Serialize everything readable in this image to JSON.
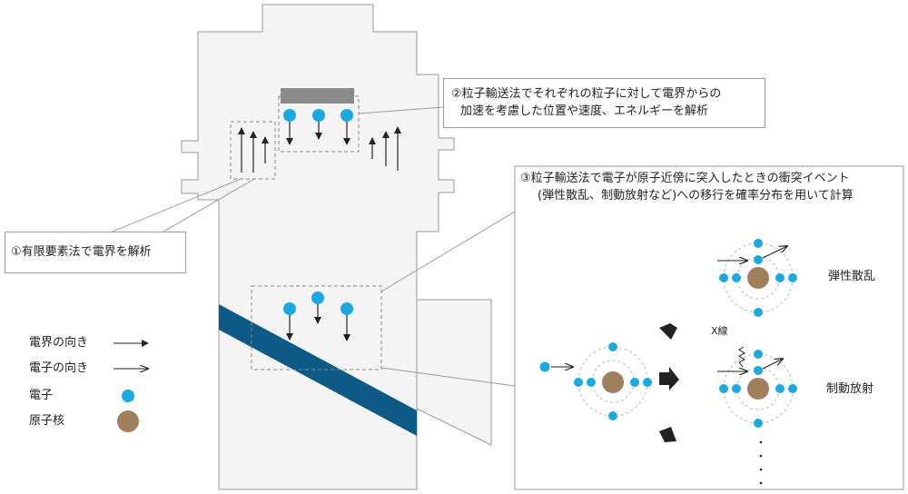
{
  "callouts": {
    "c1": "①有限要素法で電界を解析",
    "c2_line1": "②粒子輸送法でそれぞれの粒子に対して電界からの",
    "c2_line2": "加速を考慮した位置や速度、エネルギーを解析",
    "c3_line1": "③粒子輸送法で電子が原子近傍に突入したときの衝突イベント",
    "c3_line2": "(弾性散乱、制動放射など)への移行を確率分布を用いて計算"
  },
  "labels": {
    "elastic": "弾性散乱",
    "brems": "制動放射",
    "xray": "X線"
  },
  "legend": {
    "field_dir": "電界の向き",
    "electron_dir": "電子の向き",
    "electron": "電子",
    "nucleus": "原子核"
  },
  "colors": {
    "electron": "#1aa9e1",
    "nucleus": "#a07f5c",
    "beam": "#0d5a86",
    "vessel_fill": "#f4f4f4",
    "vessel_stroke": "#999999"
  }
}
